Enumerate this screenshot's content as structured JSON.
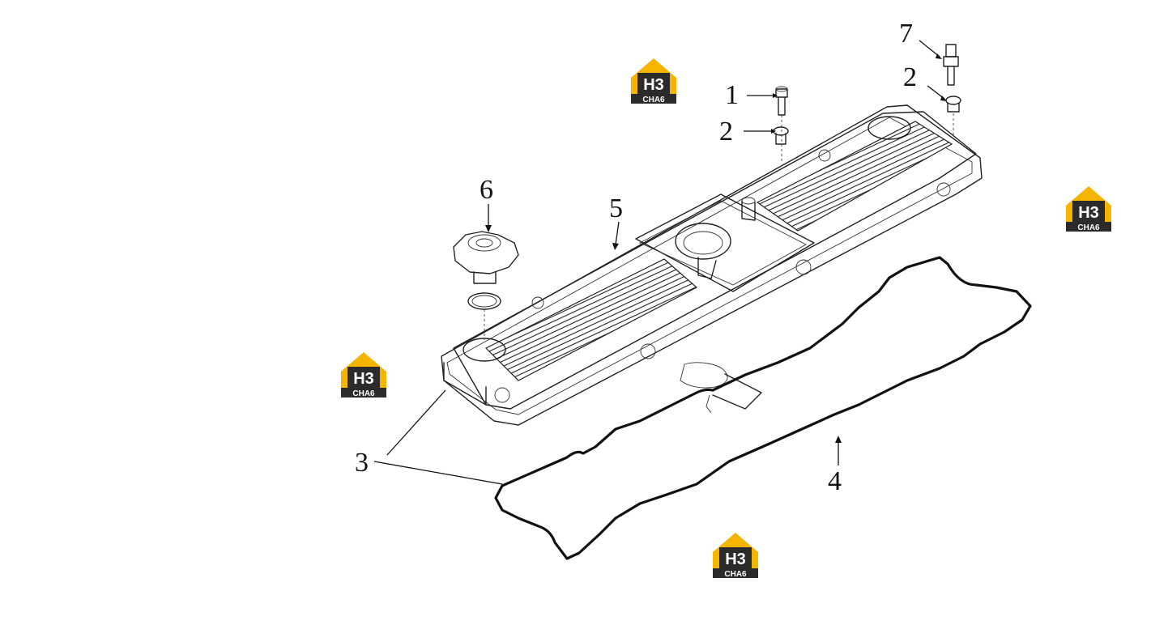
{
  "diagram": {
    "callouts": [
      {
        "id": "1",
        "label": "1"
      },
      {
        "id": "2a",
        "label": "2"
      },
      {
        "id": "2b",
        "label": "2"
      },
      {
        "id": "3",
        "label": "3"
      },
      {
        "id": "4",
        "label": "4"
      },
      {
        "id": "5",
        "label": "5"
      },
      {
        "id": "6",
        "label": "6"
      },
      {
        "id": "7",
        "label": "7"
      }
    ],
    "watermark": {
      "mark": "H3",
      "caption": "CHA6",
      "colors": {
        "accent": "#f5b400",
        "dark": "#2b2b2b",
        "text": "#ffffff"
      }
    }
  }
}
